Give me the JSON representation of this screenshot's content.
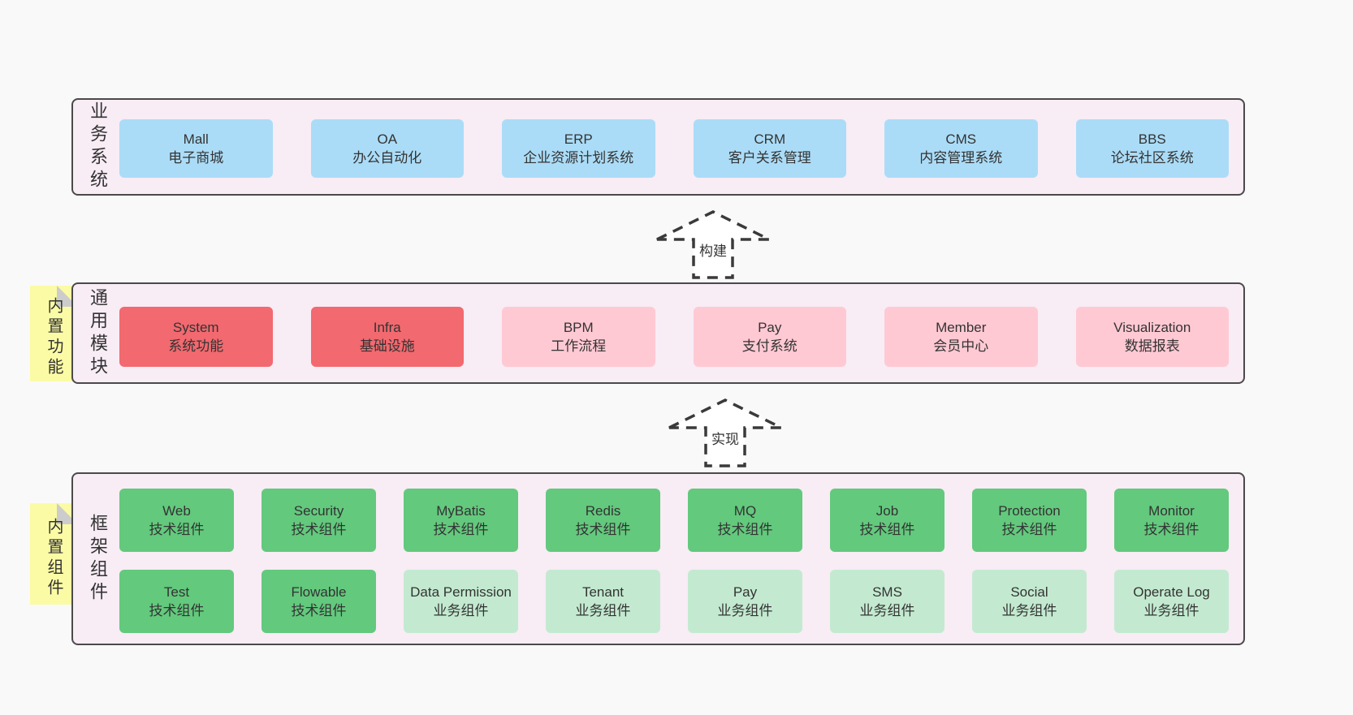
{
  "colors": {
    "page_bg": "#f9f9f9",
    "container_bg": "#f8ecf5",
    "container_border": "#4a4a4a",
    "text": "#333333",
    "blue_box": "#abdcf7",
    "red_box": "#f2696f",
    "pink_box": "#ffc9d3",
    "green_dark_box": "#63c97d",
    "green_light_box": "#c3ead0",
    "note_yellow": "#fbfba5",
    "note_fold_gray": "#cccccc"
  },
  "layer_business": {
    "label": "业务系统",
    "boxes": [
      {
        "name": "Mall",
        "subtitle": "电子商城"
      },
      {
        "name": "OA",
        "subtitle": "办公自动化"
      },
      {
        "name": "ERP",
        "subtitle": "企业资源计划系统"
      },
      {
        "name": "CRM",
        "subtitle": "客户关系管理"
      },
      {
        "name": "CMS",
        "subtitle": "内容管理系统"
      },
      {
        "name": "BBS",
        "subtitle": "论坛社区系统"
      }
    ]
  },
  "arrow_build": {
    "label": "构建"
  },
  "layer_modules": {
    "label": "通用模块",
    "note": "内置功能",
    "boxes": [
      {
        "name": "System",
        "subtitle": "系统功能"
      },
      {
        "name": "Infra",
        "subtitle": "基础设施"
      },
      {
        "name": "BPM",
        "subtitle": "工作流程"
      },
      {
        "name": "Pay",
        "subtitle": "支付系统"
      },
      {
        "name": "Member",
        "subtitle": "会员中心"
      },
      {
        "name": "Visualization",
        "subtitle": "数据报表"
      }
    ]
  },
  "arrow_implement": {
    "label": "实现"
  },
  "layer_components": {
    "label": "框架组件",
    "note": "内置组件",
    "row1": [
      {
        "name": "Web",
        "subtitle": "技术组件"
      },
      {
        "name": "Security",
        "subtitle": "技术组件"
      },
      {
        "name": "MyBatis",
        "subtitle": "技术组件"
      },
      {
        "name": "Redis",
        "subtitle": "技术组件"
      },
      {
        "name": "MQ",
        "subtitle": "技术组件"
      },
      {
        "name": "Job",
        "subtitle": "技术组件"
      },
      {
        "name": "Protection",
        "subtitle": "技术组件"
      },
      {
        "name": "Monitor",
        "subtitle": "技术组件"
      }
    ],
    "row2": [
      {
        "name": "Test",
        "subtitle": "技术组件"
      },
      {
        "name": "Flowable",
        "subtitle": "技术组件"
      },
      {
        "name": "Data Permission",
        "subtitle": "业务组件"
      },
      {
        "name": "Tenant",
        "subtitle": "业务组件"
      },
      {
        "name": "Pay",
        "subtitle": "业务组件"
      },
      {
        "name": "SMS",
        "subtitle": "业务组件"
      },
      {
        "name": "Social",
        "subtitle": "业务组件"
      },
      {
        "name": "Operate Log",
        "subtitle": "业务组件"
      }
    ]
  }
}
